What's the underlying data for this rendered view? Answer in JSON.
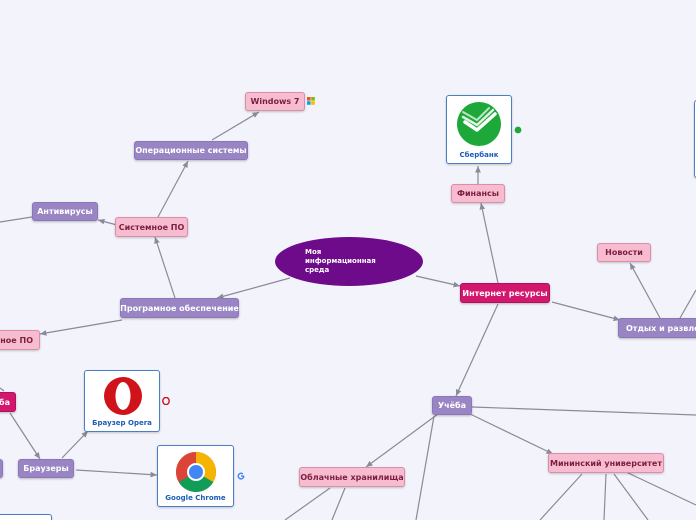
{
  "center": {
    "label": "Моя информационная среда"
  },
  "nodes": {
    "windows7": "Windows 7",
    "os": "Операционные системы",
    "antivirus": "Антивирусы",
    "system_software": "Системное ПО",
    "software": "Програмное обеспечение",
    "applied_software_partial": "дное ПО",
    "study_left_partial": "ба",
    "browsers": "Браузеры",
    "finance": "Финансы",
    "internet": "Интернет ресурсы",
    "news": "Новости",
    "leisure": "Отдых и развлече",
    "study": "Учёба",
    "cloud": "Облачные хранилища",
    "minin": "Мининский университет"
  },
  "cards": {
    "sberbank": "Сбербанк",
    "opera": "Браузер Opera",
    "chrome": "Google Chrome"
  },
  "colors": {
    "background": "#f2f3fb",
    "center": "#6d0b8a",
    "purple_node": "#9a85c4",
    "pink_node": "#f8bcd0",
    "magenta_node": "#d4176e",
    "connector": "#8a8a9a",
    "sberbank_green": "#1fa83a",
    "opera_red": "#d0121b"
  },
  "icons": [
    "windows-logo-icon",
    "green-dot-icon",
    "opera-logo-icon",
    "chrome-logo-icon"
  ]
}
